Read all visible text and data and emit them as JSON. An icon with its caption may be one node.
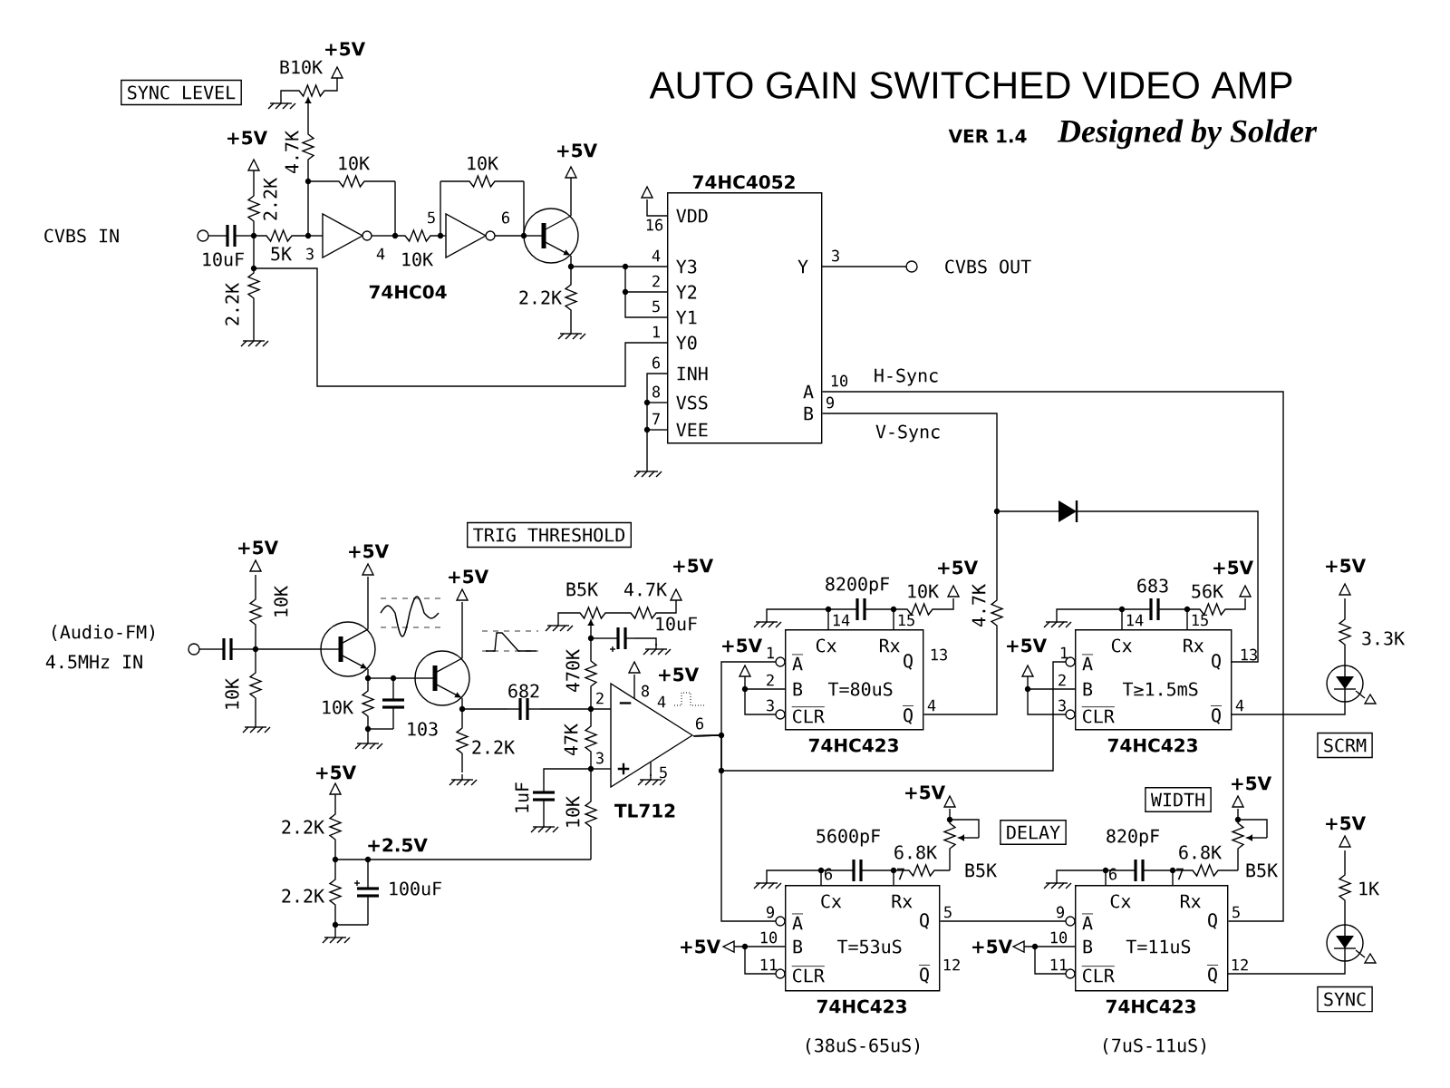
{
  "diagram": {
    "title": "AUTO GAIN SWITCHED VIDEO AMP",
    "nodes": [
      {
        "text": [
          "SYNC LEVEL"
        ]
      },
      {
        "text": [
          "74HC4052",
          "VDD",
          "Y3",
          "Y2",
          "Y1",
          "Y0",
          "INH",
          "VSS",
          "VEE",
          "Y",
          "A",
          "B"
        ]
      },
      {
        "text": [
          "TRIG THRESHOLD"
        ]
      },
      {
        "text": [
          "Cx",
          "Rx",
          "A",
          "Q",
          "B",
          "T=80uS",
          "CLR",
          "Q",
          "74HC423"
        ]
      },
      {
        "text": [
          "Cx",
          "Rx",
          "A",
          "Q",
          "B",
          "T≥1.5mS",
          "CLR",
          "Q",
          "74HC423"
        ]
      },
      {
        "text": [
          "SCRM"
        ]
      },
      {
        "text": [
          "−",
          "+"
        ],
        "beside": [
          "TL712"
        ]
      },
      {
        "text": [
          "WIDTH"
        ]
      },
      {
        "text": [
          "DELAY"
        ]
      },
      {
        "text": [
          "Cx",
          "Rx",
          "A",
          "Q",
          "B",
          "T=53uS",
          "CLR",
          "Q",
          "74HC423"
        ]
      },
      {
        "text": [
          "Cx",
          "Rx",
          "A",
          "Q",
          "B",
          "T=11uS",
          "CLR",
          "Q",
          "74HC423"
        ]
      },
      {
        "text": [
          "SYNC"
        ]
      }
    ],
    "edges": [
      {
        "from": 6,
        "to": 3,
        "arrow": "none"
      },
      {
        "from": 6,
        "to": 4,
        "arrow": "none"
      },
      {
        "from": 6,
        "to": 9,
        "arrow": "none"
      },
      {
        "from": 9,
        "to": 10,
        "arrow": "none"
      },
      {
        "from": 10,
        "to": 1,
        "arrow": "none",
        "label": "H-Sync"
      },
      {
        "from": 1,
        "to": 3,
        "arrow": "none",
        "label": "V-Sync"
      }
    ],
    "labels": [
      "VER 1.4",
      "Designed by Solder",
      "+5V",
      "B10K",
      "+5V",
      "4.7K",
      "10K",
      "10K",
      "+5V",
      "2.2K",
      "16",
      "CVBS IN",
      "5",
      "6",
      "10uF",
      "5K",
      "3",
      "4",
      "10K",
      "4",
      "3",
      "CVBS OUT",
      "2",
      "74HC04",
      "2.2K",
      "5",
      "2.2K",
      "1",
      "6",
      "10",
      "8",
      "9",
      "7",
      "+5V",
      "+5V",
      "+5V",
      "+5V",
      "+5V",
      "+5V",
      "+5V",
      "B5K",
      "4.7K",
      "8200pF",
      "683",
      "10K",
      "10K",
      "56K",
      "4.7K",
      "10uF",
      "14",
      "15",
      "14",
      "15",
      "(Audio-FM)",
      "3.3K",
      "+5V",
      "1",
      "+5V",
      "1",
      "4.5MHz IN",
      "13",
      "13",
      "470K",
      "+5V",
      "2",
      "2",
      "682",
      "8",
      "10K",
      "10K",
      "2",
      "4",
      "3",
      "4",
      "3",
      "4",
      "103",
      "6",
      "2.2K",
      "47K",
      "3",
      "+5V",
      "5",
      "+5V",
      "+5V",
      "1uF",
      "10K",
      "2.2K",
      "+2.5V",
      "5600pF",
      "820pF",
      "+5V",
      "6.8K",
      "6.8K",
      "6",
      "7",
      "B5K",
      "6",
      "7",
      "B5K",
      "100uF",
      "2.2K",
      "1K",
      "9",
      "5",
      "9",
      "5",
      "10",
      "10",
      "+5V",
      "+5V",
      "11",
      "12",
      "11",
      "12",
      "(38uS-65uS)",
      "(7uS-11uS)"
    ]
  }
}
